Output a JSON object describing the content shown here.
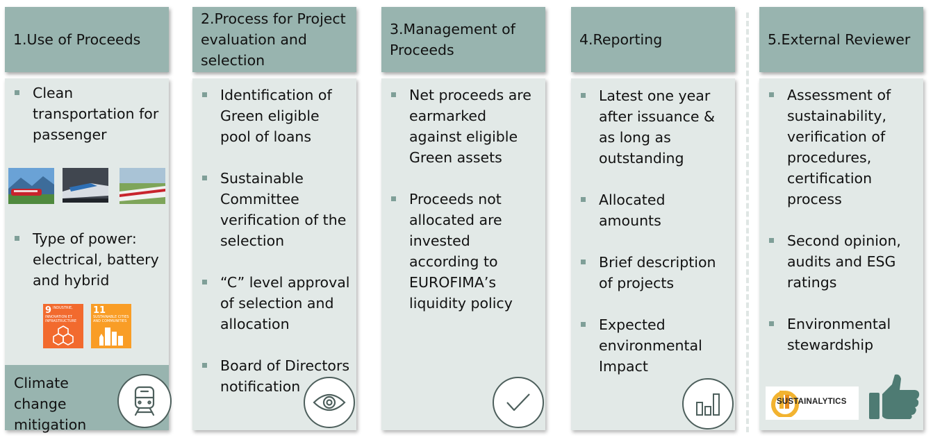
{
  "columns": [
    {
      "title": "1.Use of Proceeds",
      "items": [
        "Clean transportation for passenger",
        "Type of power: electrical, battery and hybrid"
      ],
      "badge": "Climate change mitigation",
      "icon": "train-icon",
      "sdg": [
        {
          "number": "9",
          "text": "INDUSTRIE, INNOVATION ET INFRASTRUCTURE",
          "color": "#f26a2e"
        },
        {
          "number": "11",
          "text": "SUSTAINABLE CITIES AND COMMUNITIES",
          "color": "#f99d26"
        }
      ]
    },
    {
      "title": "2.Process for Project evaluation and selection",
      "items": [
        "Identification of Green eligible pool of loans",
        "Sustainable Committee verification of the selection",
        "“C” level approval of selection and allocation",
        "Board of Directors notification"
      ],
      "icon": "eye-icon"
    },
    {
      "title": "3.Management of Proceeds",
      "items": [
        "Net proceeds are earmarked against eligible Green assets",
        "Proceeds not allocated are invested according to EUROFIMA’s liquidity policy"
      ],
      "icon": "checkmark-icon"
    },
    {
      "title": "4.Reporting",
      "items": [
        "Latest one year after issuance & as long as outstanding",
        "Allocated amounts",
        "Brief description of projects",
        "Expected environmental Impact"
      ],
      "icon": "bar-chart-icon"
    },
    {
      "title": "5.External Reviewer",
      "items": [
        "Assessment of sustainability, verification of procedures, certification process",
        "Second opinion, audits and ESG ratings",
        "Environmental stewardship"
      ],
      "logo": "SUSTAINALYTICS",
      "icon": "thumbs-up-icon"
    }
  ],
  "colors": {
    "header": "#98b4af",
    "body": "#e2e9e7",
    "bullet": "#7f9f98",
    "thumbs": "#4e7b73"
  }
}
